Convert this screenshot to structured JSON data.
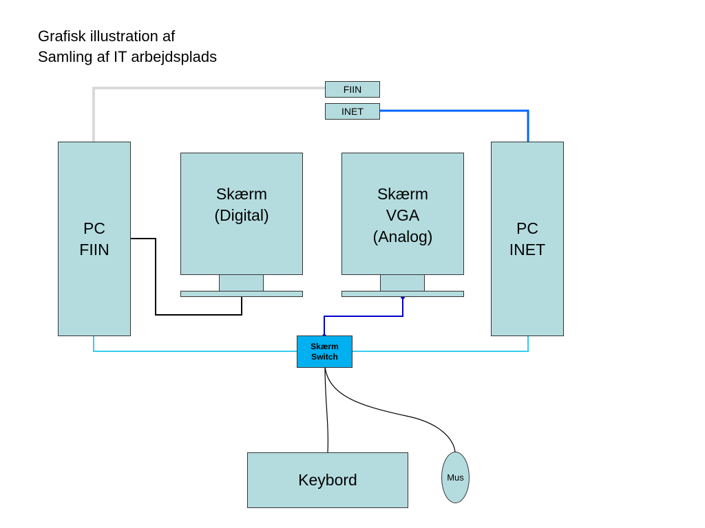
{
  "title": {
    "line1": "Grafisk illustration af",
    "line2": "Samling af IT arbejdsplads"
  },
  "nodes": {
    "fiin_port": "FIIN",
    "inet_port": "INET",
    "pc_fiin": "PC\nFIIN",
    "screen_digital": "Skærm\n(Digital)",
    "screen_vga": "Skærm\nVGA\n(Analog)",
    "pc_inet": "PC\nINET",
    "switch": "Skærm\nSwitch",
    "keyboard": "Keybord",
    "mouse": "Mus"
  },
  "colors": {
    "box_fill": "#b4dcdf",
    "switch_fill": "#00b0f0",
    "fiin_cable": "#d9d9d9",
    "inet_cable": "#0066ff",
    "kvm_cable": "#33ccee",
    "vga_cable": "#0000cc",
    "digital_cable": "#000000"
  }
}
